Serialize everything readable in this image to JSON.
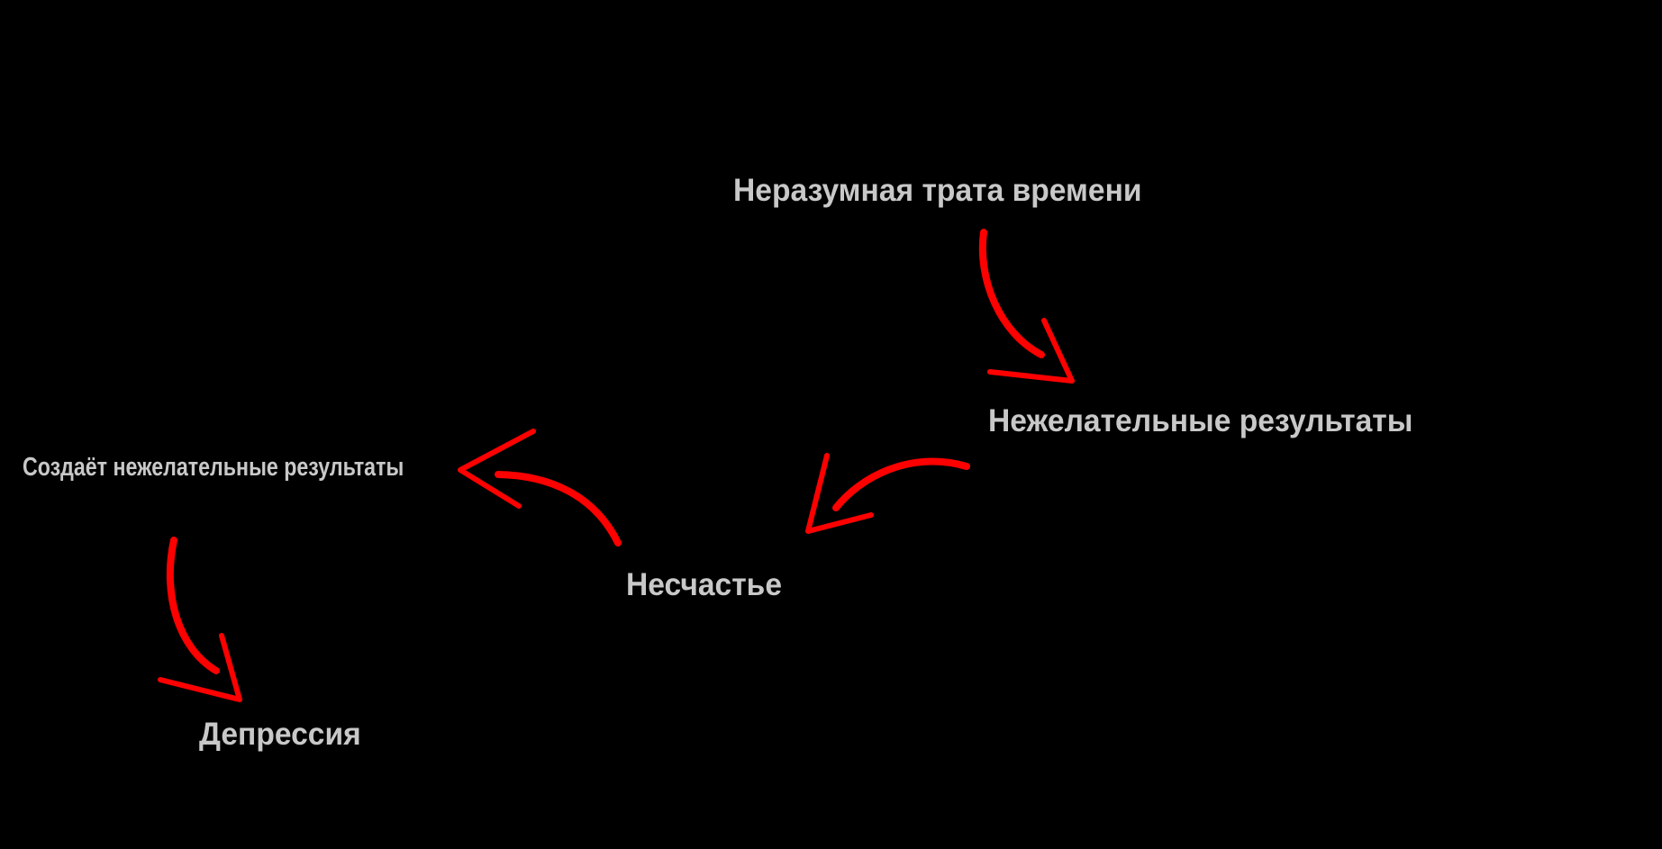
{
  "diagram": {
    "type": "cause-effect-chain",
    "colors": {
      "background": "#000000",
      "text": "#c8c8c8",
      "arrow": "#ff0000"
    },
    "nodes": [
      {
        "id": "n1",
        "label": "Неразумная трата времени"
      },
      {
        "id": "n2",
        "label": "Нежелательные результаты"
      },
      {
        "id": "n3",
        "label": "Несчастье"
      },
      {
        "id": "n4",
        "label": "Создаёт нежелательные результаты"
      },
      {
        "id": "n5",
        "label": "Депрессия"
      }
    ],
    "edges": [
      {
        "from": "n1",
        "to": "n2"
      },
      {
        "from": "n2",
        "to": "n3"
      },
      {
        "from": "n3",
        "to": "n4"
      },
      {
        "from": "n4",
        "to": "n5"
      }
    ]
  }
}
